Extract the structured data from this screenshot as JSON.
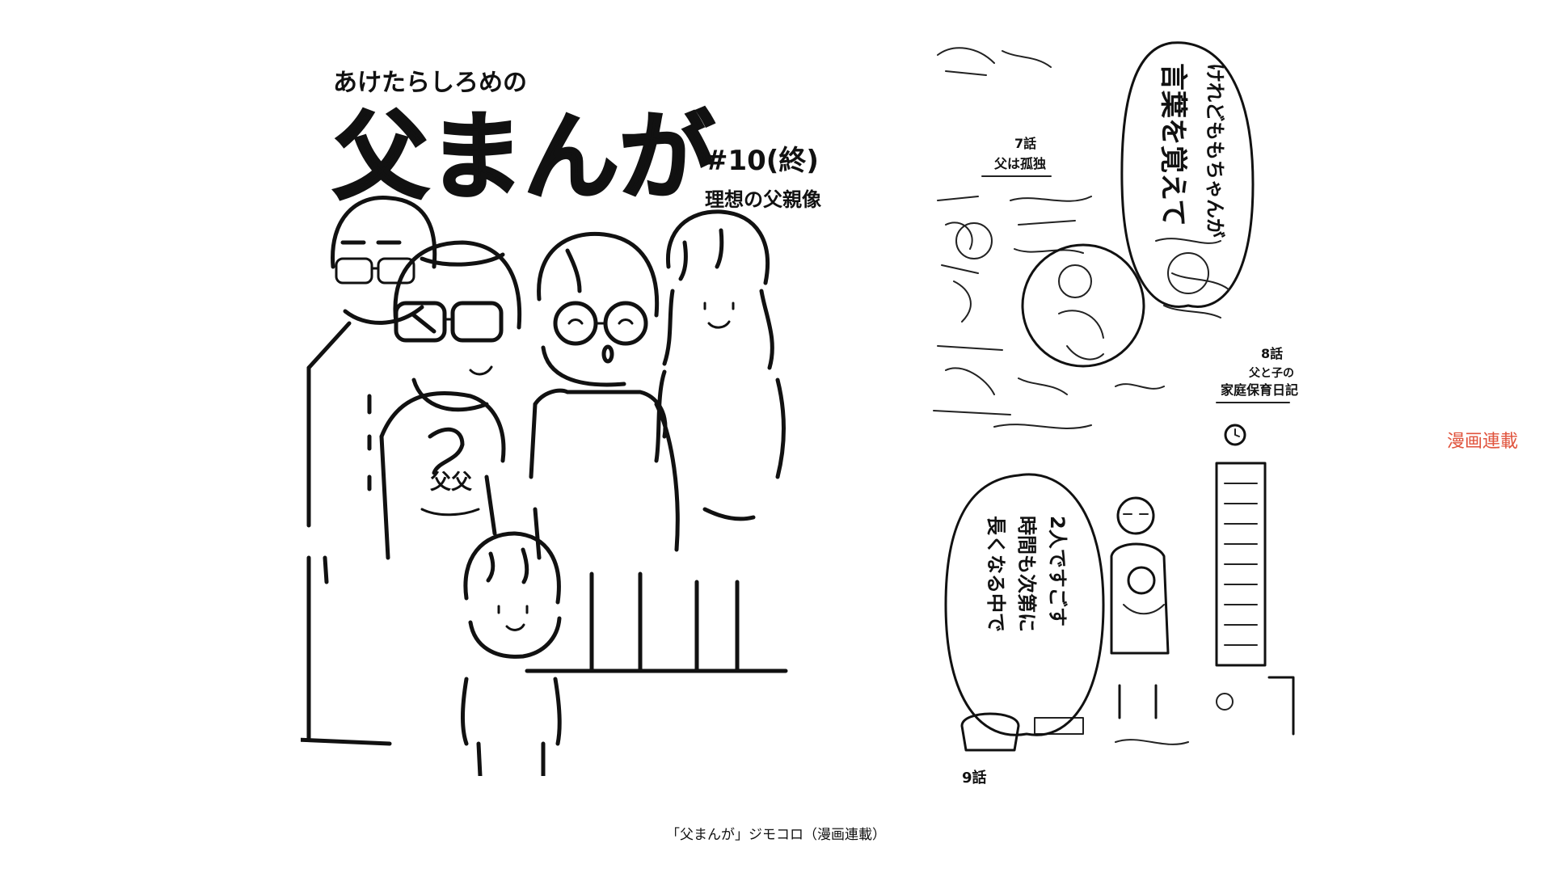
{
  "cover": {
    "author_line": "あけたらしろめの",
    "series_title": "父まんが",
    "episode_number": "#10(終)",
    "episode_title": "理想の父親像",
    "shirt_print": "父父"
  },
  "recap": {
    "label_ep7": "7話",
    "label_ep7_title": "父は孤独",
    "label_ep8": "8話",
    "label_ep8_title_1": "父と子の",
    "label_ep8_title_2": "家庭保育日記",
    "label_ep9": "9話",
    "bubble_top_col1": "けれどももちゃんが",
    "bubble_top_col2": "言葉を覚えて",
    "bubble_bottom_col1": "2人ですごす",
    "bubble_bottom_col2": "時間も次第に",
    "bubble_bottom_col3": "長くなる中で"
  },
  "side_link": "漫画連載",
  "caption": "「父まんが」ジモコロ（漫画連載）"
}
